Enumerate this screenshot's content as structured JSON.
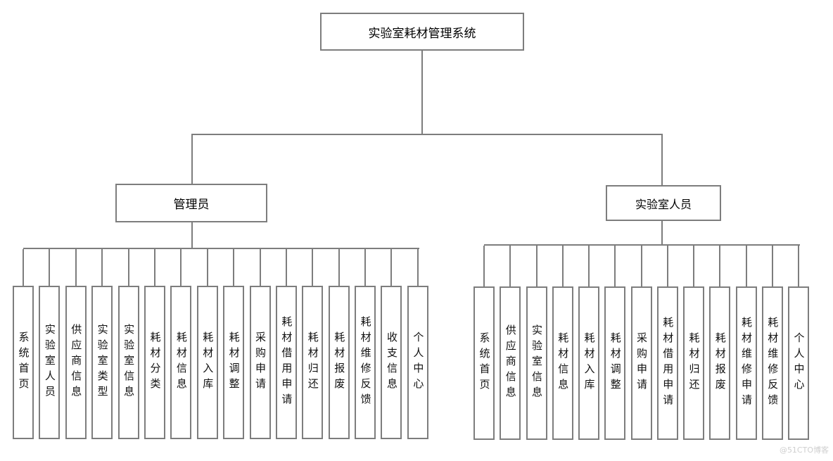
{
  "diagram": {
    "title_node": "实验室耗材管理系统",
    "root": {
      "label": "实验室耗材管理系统"
    },
    "branches": [
      {
        "label": "管理员",
        "children": [
          "系统首页",
          "实验室人员",
          "供应商信息",
          "实验室类型",
          "实验室信息",
          "耗材分类",
          "耗材信息",
          "耗材入库",
          "耗材调整",
          "采购申请",
          "耗材借用申请",
          "耗材归还",
          "耗材报废",
          "耗材维修反馈",
          "收支信息",
          "个人中心"
        ]
      },
      {
        "label": "实验室人员",
        "children": [
          "系统首页",
          "供应商信息",
          "实验室信息",
          "耗材信息",
          "耗材入库",
          "耗材调整",
          "采购申请",
          "耗材借用申请",
          "耗材归还",
          "耗材报废",
          "耗材维修申请",
          "耗材维修反馈",
          "个人中心"
        ]
      }
    ],
    "colors": {
      "line": "#7d7d7d",
      "box_border": "#7d7d7d",
      "text": "#000000",
      "background": "#ffffff",
      "watermark": "#cfcfcf"
    }
  },
  "watermark": {
    "text": "@51CTO博客"
  }
}
